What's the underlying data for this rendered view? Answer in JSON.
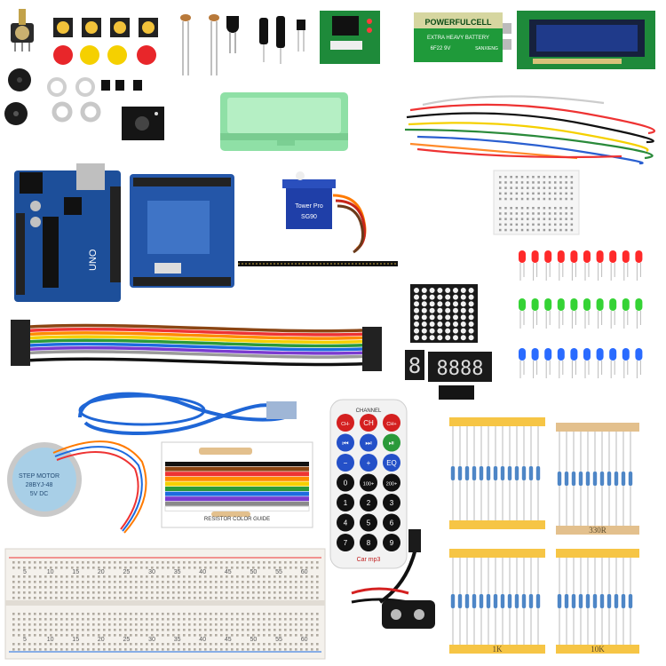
{
  "battery": {
    "brand": "POWERFULCELL",
    "type": "EXTRA HEAVY BATTERY",
    "code": "6F22 9V",
    "maker": "SANXIENG"
  },
  "servo": {
    "brand": "Tower Pro",
    "model": "SG90"
  },
  "board": {
    "name": "UNO"
  },
  "seven_segment": {
    "single": "8",
    "quad": "8888"
  },
  "stepper": {
    "line1": "STEP MOTOR",
    "line2": "28BYJ-48",
    "line3": "5V DC"
  },
  "resistor_card": {
    "title": "RESISTOR COLOR GUIDE"
  },
  "remote": {
    "channel_label": "CHANNEL",
    "brand": "Car mp3",
    "rows": [
      [
        "CH-",
        "CH",
        "CH+"
      ],
      [
        "⏮",
        "⏭",
        "⏯"
      ],
      [
        "−",
        "+",
        "EQ"
      ],
      [
        "0",
        "100+",
        "200+"
      ],
      [
        "1",
        "2",
        "3"
      ],
      [
        "4",
        "5",
        "6"
      ],
      [
        "7",
        "8",
        "9"
      ]
    ],
    "row_labels": [
      "CH-",
      "CH",
      "CH+"
    ]
  },
  "breadboard_numbers": [
    "5",
    "10",
    "15",
    "20",
    "25",
    "30",
    "35",
    "40",
    "45",
    "50",
    "55",
    "60"
  ],
  "resistor_strips": [
    {
      "label": ""
    },
    {
      "label": "330R"
    },
    {
      "label": "1K"
    },
    {
      "label": "10K"
    }
  ],
  "colors": {
    "pcb_blue": "#1d4f9a",
    "pcb_green": "#1e8a3a",
    "box_green": "#8fe0a6",
    "led_red": "#ff2a2a",
    "led_green": "#35d335",
    "led_blue": "#2a6bff",
    "cable_blue": "#1f66d6",
    "tape_yellow": "#f6c545",
    "tape_tan": "#e3c08d"
  }
}
